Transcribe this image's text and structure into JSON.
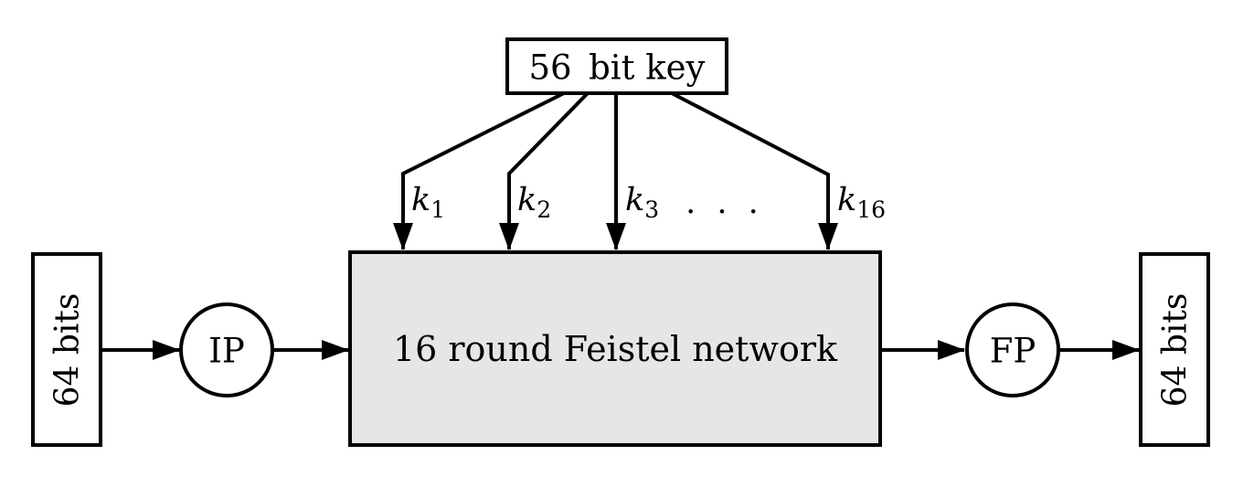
{
  "key_box": {
    "label": "56 bit key"
  },
  "round_key_labels": [
    {
      "base": "k",
      "sub": "1"
    },
    {
      "base": "k",
      "sub": "2"
    },
    {
      "base": "k",
      "sub": "3"
    },
    {
      "base": "k",
      "sub": "16"
    }
  ],
  "ellipsis": ". . .",
  "feistel_box": {
    "label": "16 round Feistel network"
  },
  "ip_node": {
    "label": "IP"
  },
  "fp_node": {
    "label": "FP"
  },
  "input_box": {
    "label": "64 bits"
  },
  "output_box": {
    "label": "64 bits"
  },
  "colors": {
    "line": "#000000",
    "feistel_fill": "#e6e6e6",
    "node_fill": "#ffffff",
    "background": "#ffffff"
  }
}
